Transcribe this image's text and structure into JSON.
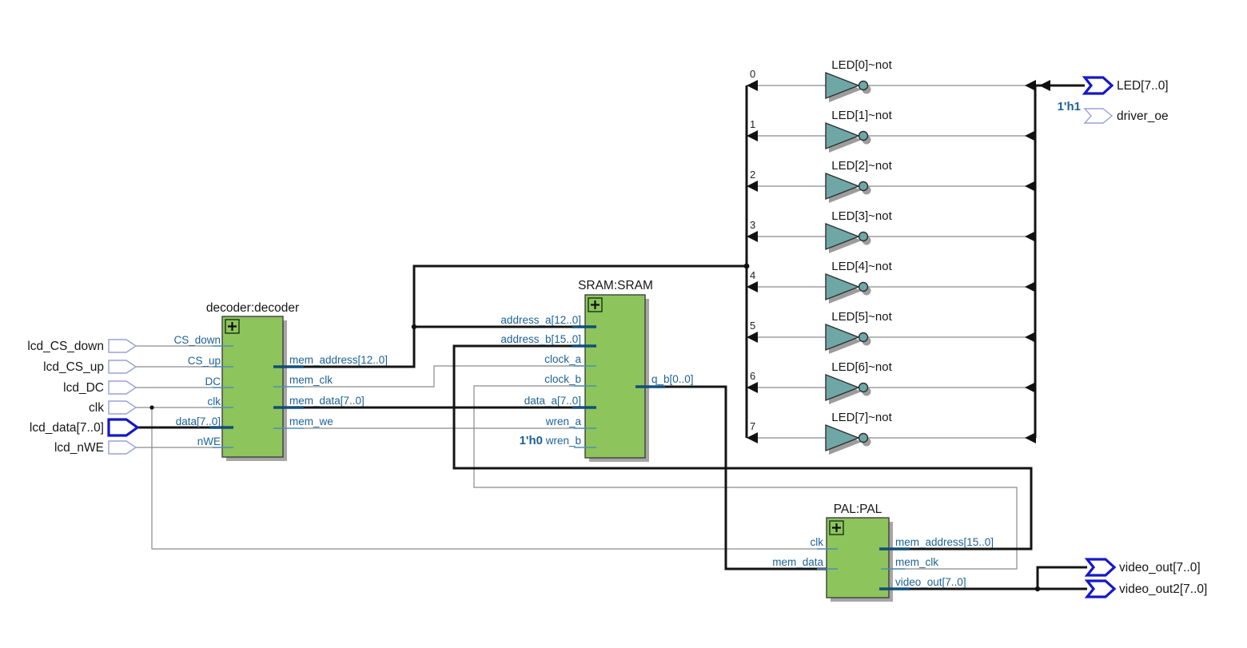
{
  "colors": {
    "block_fill": "#8dc45c",
    "gate_fill": "#6fa7a7",
    "pin_text": "#1d6296",
    "stub_bus": "#124e77",
    "stub_bit": "#4e8fb0",
    "port_bus": "#1518c8",
    "port_bit": "#9aa0d6",
    "wire_thin": "#8a8a8a",
    "wire_thick": "#141414"
  },
  "input_ports": [
    {
      "label": "lcd_CS_down"
    },
    {
      "label": "lcd_CS_up"
    },
    {
      "label": "lcd_DC"
    },
    {
      "label": "clk"
    },
    {
      "label": "lcd_data[7..0]"
    },
    {
      "label": "lcd_nWE"
    }
  ],
  "output_ports": [
    {
      "label": "LED[7..0]"
    },
    {
      "label": "driver_oe",
      "constant": "1'h1"
    },
    {
      "label": "video_out[7..0]"
    },
    {
      "label": "video_out2[7..0]"
    }
  ],
  "blocks": {
    "decoder": {
      "title": "decoder:decoder",
      "inputs": [
        {
          "label": "CS_down"
        },
        {
          "label": "CS_up"
        },
        {
          "label": "DC"
        },
        {
          "label": "clk"
        },
        {
          "label": "data[7..0]"
        },
        {
          "label": "nWE"
        }
      ],
      "outputs": [
        {
          "label": "mem_address[12..0]"
        },
        {
          "label": "mem_clk"
        },
        {
          "label": "mem_data[7..0]"
        },
        {
          "label": "mem_we"
        }
      ]
    },
    "sram": {
      "title": "SRAM:SRAM",
      "inputs": [
        {
          "label": "address_a[12..0]"
        },
        {
          "label": "address_b[15..0]"
        },
        {
          "label": "clock_a"
        },
        {
          "label": "clock_b"
        },
        {
          "label": "data_a[7..0]"
        },
        {
          "label": "wren_a"
        },
        {
          "label": "wren_b",
          "constant": "1'h0"
        }
      ],
      "outputs": [
        {
          "label": "q_b[0..0]"
        }
      ]
    },
    "pal": {
      "title": "PAL:PAL",
      "inputs": [
        {
          "label": "clk"
        },
        {
          "label": "mem_data"
        }
      ],
      "outputs": [
        {
          "label": "mem_address[15..0]"
        },
        {
          "label": "mem_clk"
        },
        {
          "label": "video_out[7..0]"
        }
      ]
    }
  },
  "inverters": [
    {
      "tap": "0",
      "label": "LED[0]~not"
    },
    {
      "tap": "1",
      "label": "LED[1]~not"
    },
    {
      "tap": "2",
      "label": "LED[2]~not"
    },
    {
      "tap": "3",
      "label": "LED[3]~not"
    },
    {
      "tap": "4",
      "label": "LED[4]~not"
    },
    {
      "tap": "5",
      "label": "LED[5]~not"
    },
    {
      "tap": "6",
      "label": "LED[6]~not"
    },
    {
      "tap": "7",
      "label": "LED[7]~not"
    }
  ]
}
